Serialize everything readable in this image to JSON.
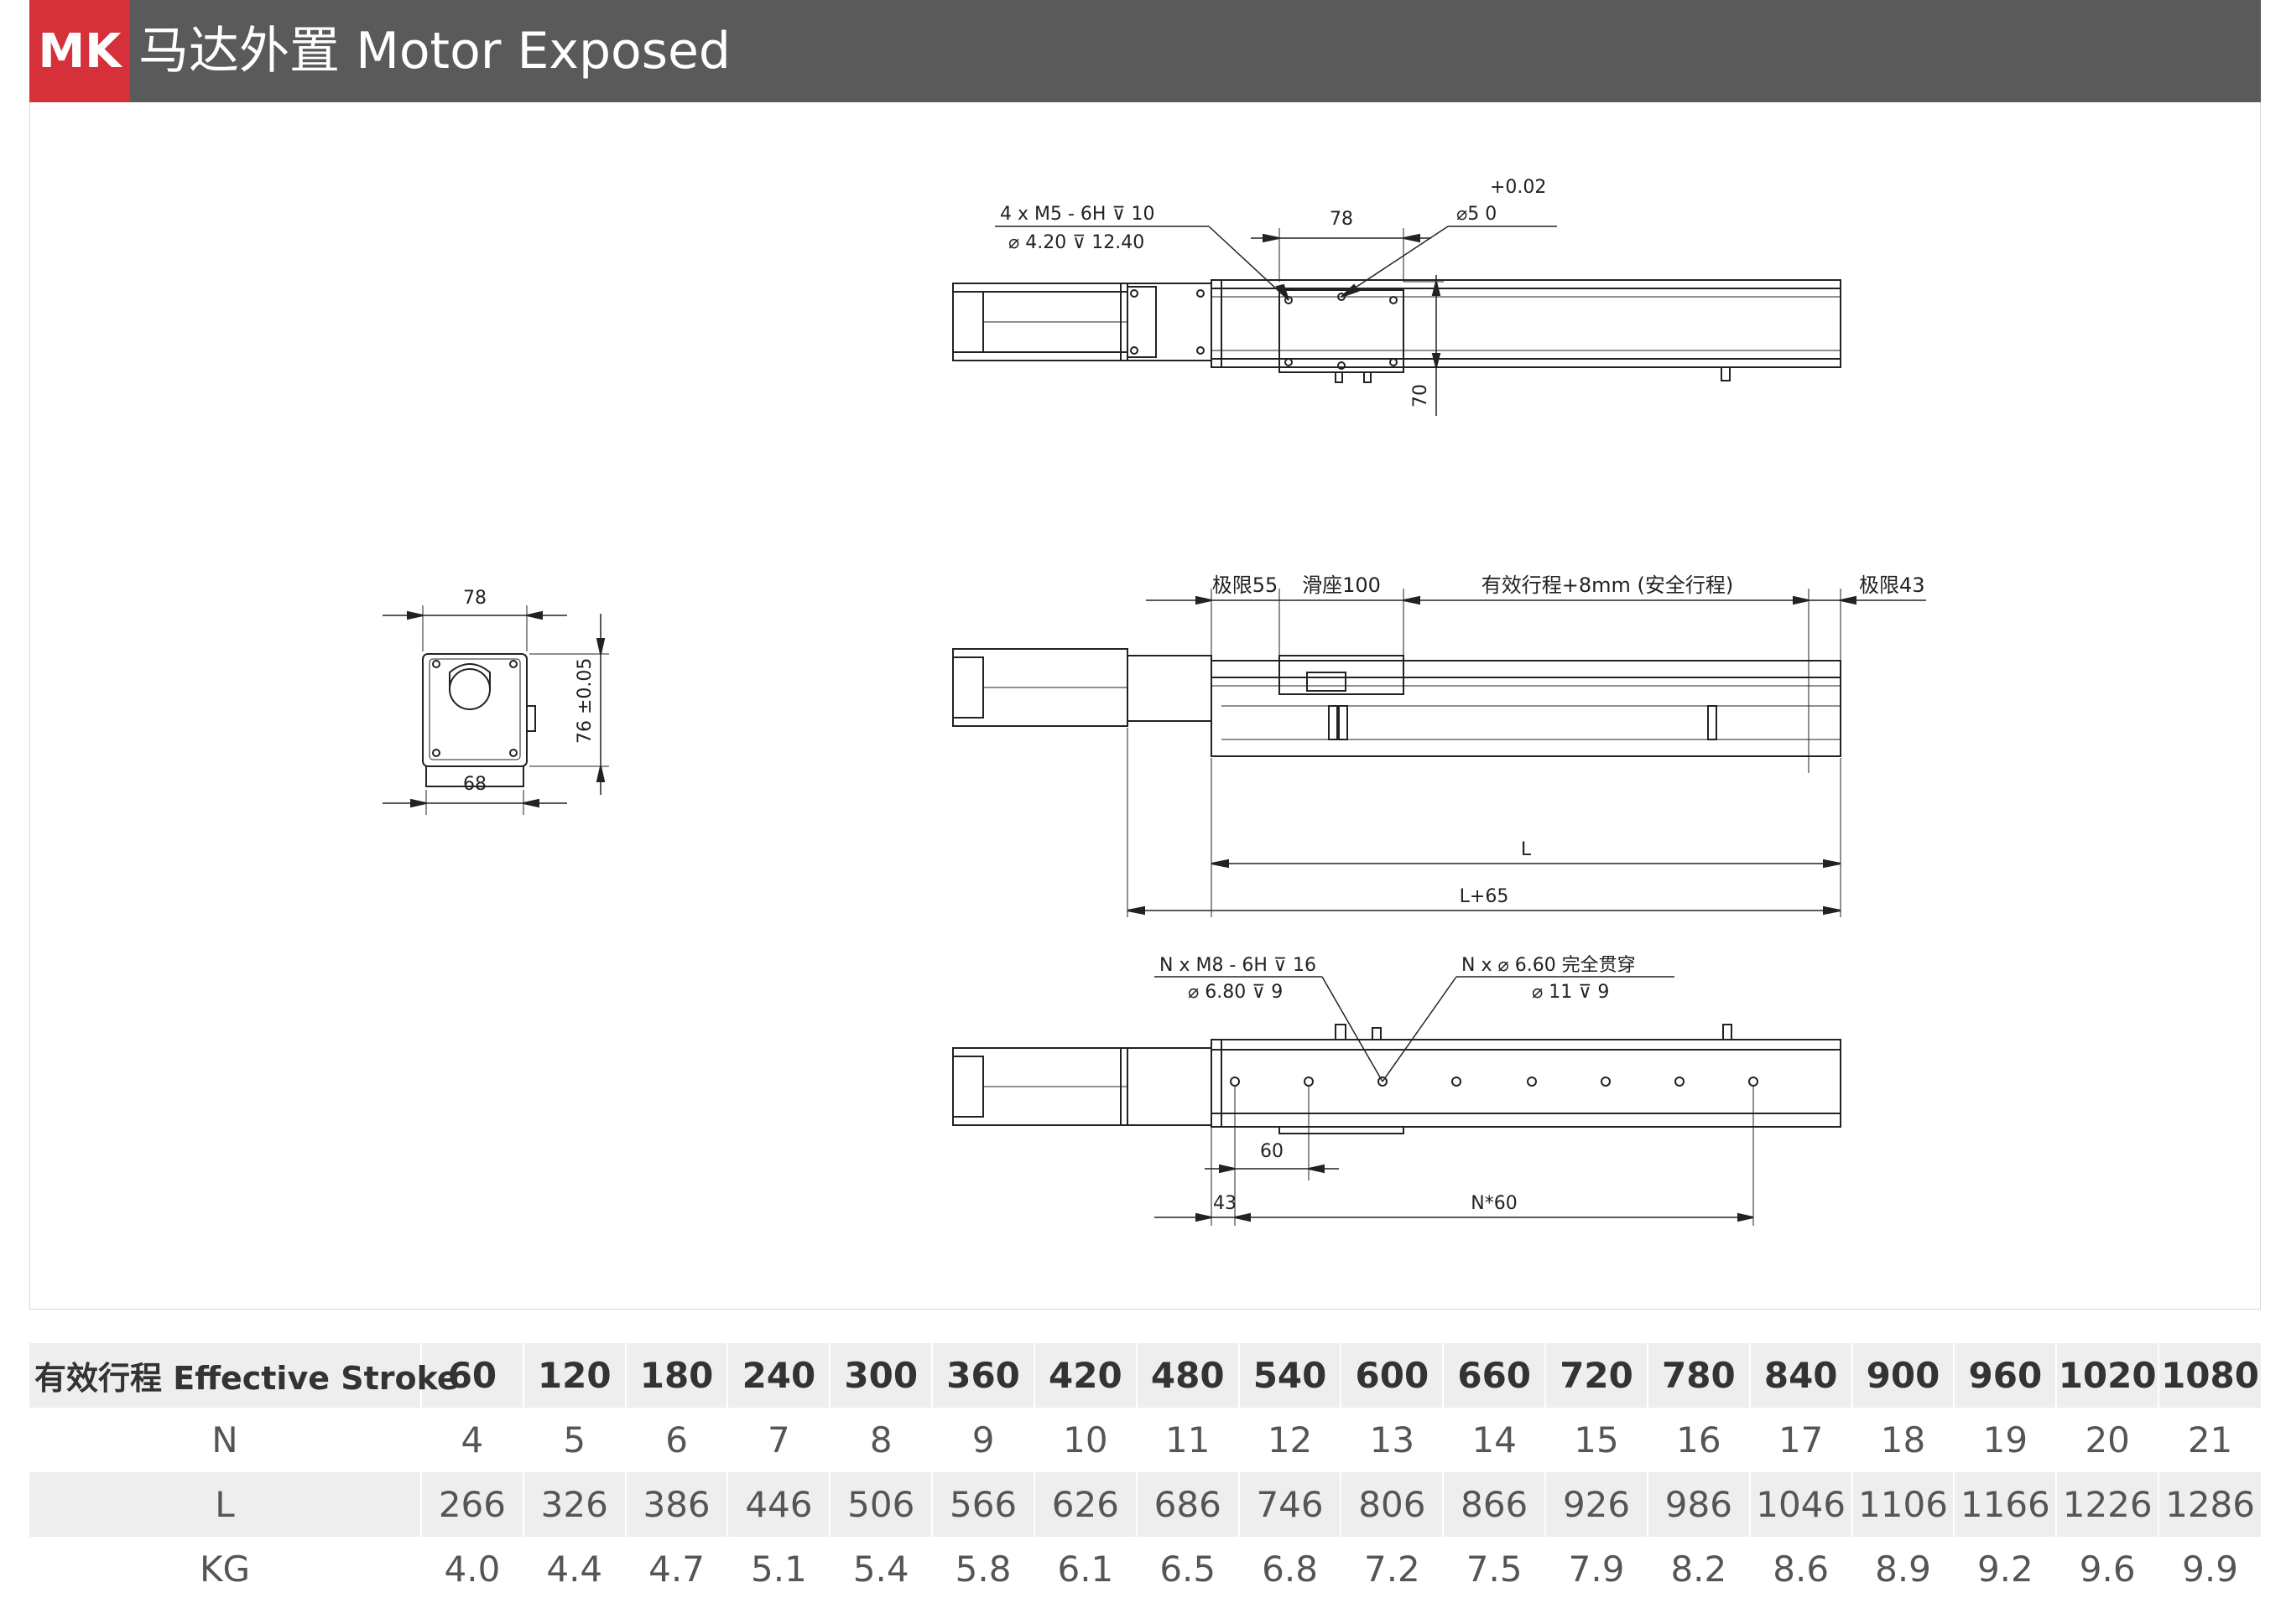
{
  "header": {
    "badge": "MK",
    "title": "马达外置 Motor Exposed"
  },
  "drawing": {
    "top_view": {
      "hole_callout_1": "4 x  M5 - 6H ⊽ 10",
      "hole_callout_2": "⌀ 4.20 ⊽ 12.40",
      "dim_slider_width": "78",
      "pin_callout": "⌀5  0",
      "pin_tolerance": "+0.02",
      "dim_height": "70"
    },
    "end_view": {
      "dim_top": "78",
      "dim_bottom": "68",
      "dim_height": "76 ±0.05"
    },
    "side_view": {
      "limit_left": "极限55",
      "slider": "滑座100",
      "effective": "有效行程+8mm (安全行程)",
      "limit_right": "极限43",
      "dim_L": "L",
      "dim_L65": "L+65"
    },
    "bottom_view": {
      "thread_callout_1": "N x  M8 - 6H ⊽ 16",
      "thread_callout_2": "⌀ 6.80 ⊽ 9",
      "through_callout_1": "N x ⌀ 6.60 完全贯穿",
      "through_callout_2": "⌀ 11 ⊽ 9",
      "dim_pitch": "60",
      "dim_offset": "43",
      "dim_span": "N*60"
    }
  },
  "table": {
    "header_label": "有效行程 Effective Stroke",
    "strokes": [
      "60",
      "120",
      "180",
      "240",
      "300",
      "360",
      "420",
      "480",
      "540",
      "600",
      "660",
      "720",
      "780",
      "840",
      "900",
      "960",
      "1020",
      "1080"
    ],
    "rows": [
      {
        "label": "N",
        "values": [
          "4",
          "5",
          "6",
          "7",
          "8",
          "9",
          "10",
          "11",
          "12",
          "13",
          "14",
          "15",
          "16",
          "17",
          "18",
          "19",
          "20",
          "21"
        ]
      },
      {
        "label": "L",
        "values": [
          "266",
          "326",
          "386",
          "446",
          "506",
          "566",
          "626",
          "686",
          "746",
          "806",
          "866",
          "926",
          "986",
          "1046",
          "1106",
          "1166",
          "1226",
          "1286"
        ]
      },
      {
        "label": "KG",
        "values": [
          "4.0",
          "4.4",
          "4.7",
          "5.1",
          "5.4",
          "5.8",
          "6.1",
          "6.5",
          "6.8",
          "7.2",
          "7.5",
          "7.9",
          "8.2",
          "8.6",
          "8.9",
          "9.2",
          "9.6",
          "9.9"
        ]
      }
    ]
  }
}
